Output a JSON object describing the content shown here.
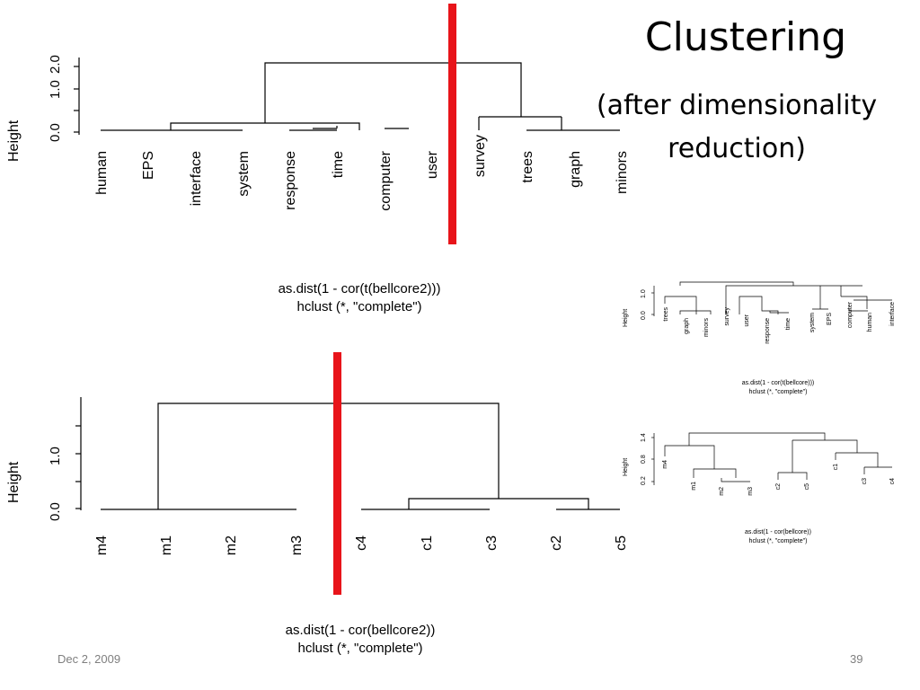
{
  "slide": {
    "title": "Clustering",
    "subtitle_line1": "(after dimensionality",
    "subtitle_line2": "reduction)",
    "date": "Dec 2, 2009",
    "page": "39"
  },
  "colors": {
    "cut_line": "#e8141a",
    "tree": "#000000",
    "footer": "#7f7f7f"
  },
  "dendrograms": [
    {
      "id": "terms-top",
      "ylabel": "Height",
      "yticks": [
        "0.0",
        "1.0",
        "2.0"
      ],
      "leaves": [
        "human",
        "EPS",
        "interface",
        "system",
        "response",
        "time",
        "computer",
        "user",
        "survey",
        "trees",
        "graph",
        "minors"
      ],
      "caption_line1": "as.dist(1 - cor(t(bellcore2)))",
      "caption_line2": "hclust (*, \"complete\")"
    },
    {
      "id": "docs-bottom",
      "ylabel": "Height",
      "yticks": [
        "0.0",
        "1.0"
      ],
      "leaves": [
        "m4",
        "m1",
        "m2",
        "m3",
        "c4",
        "c1",
        "c3",
        "c2",
        "c5"
      ],
      "caption_line1": "as.dist(1 - cor(bellcore2))",
      "caption_line2": "hclust (*, \"complete\")"
    },
    {
      "id": "terms-small",
      "ylabel": "Height",
      "yticks": [
        "0.0",
        "1.0"
      ],
      "leaves": [
        "trees",
        "graph",
        "minors",
        "survey",
        "user",
        "response",
        "time",
        "system",
        "EPS",
        "computer",
        "human",
        "interface"
      ],
      "caption_line1": "as.dist(1 - cor(t(bellcore)))",
      "caption_line2": "hclust (*, \"complete\")"
    },
    {
      "id": "docs-small",
      "ylabel": "Height",
      "yticks": [
        "0.2",
        "0.8",
        "1.4"
      ],
      "leaves": [
        "m4",
        "m1",
        "m2",
        "m3",
        "c2",
        "c5",
        "c1",
        "c3",
        "c4"
      ],
      "caption_line1": "as.dist(1 - cor(bellcore))",
      "caption_line2": "hclust (*, \"complete\")"
    }
  ]
}
